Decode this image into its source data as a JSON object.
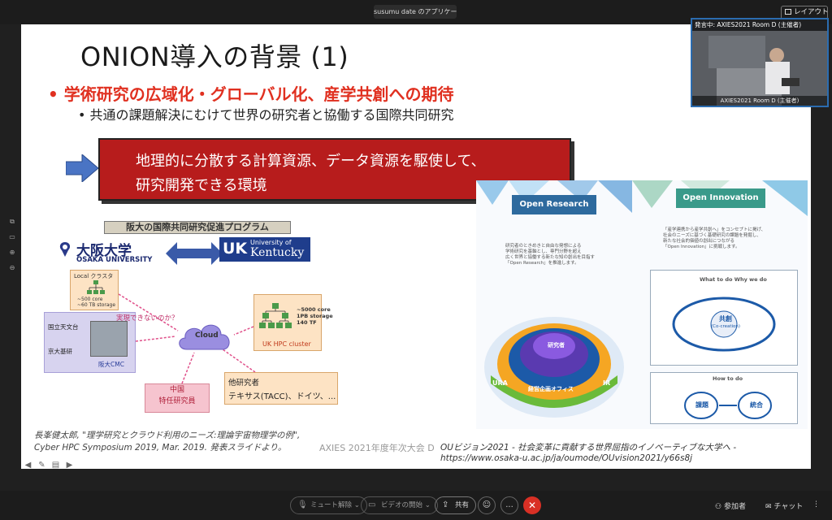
{
  "window": {
    "title": "susumu date のアプリケーシ...",
    "layout_label": "レイアウト"
  },
  "slide": {
    "title": "ONION導入の背景 (1)",
    "bullet1": "学術研究の広域化・グローバル化、産学共創への期待",
    "bullet2": "共通の課題解決にむけて世界の研究者と協働する国際共同研究",
    "callout_line1": "地理的に分散する計算資源、データ資源を駆使して、",
    "callout_line2": "研究開発できる環境",
    "diagram": {
      "title": "阪大の国際共同研究促進プログラム",
      "osaka_name": "大阪大学",
      "osaka_en": "OSAKA UNIVERSITY",
      "uk_small": "University of",
      "uk_big": "Kentucky",
      "uk_logo": "UK",
      "local_label": "Local クラスタ",
      "local_specs": [
        "~500 core",
        "~60 TB storage"
      ],
      "question": "実現できないのか？",
      "cloud": "Cloud",
      "nao": "国立天文台",
      "kyodai": "京大基研",
      "cmc": "阪大CMC",
      "ukhpc_specs": [
        "~5000 core",
        "1PB storage",
        "140 TF"
      ],
      "ukhpc_name": "UK HPC cluster",
      "china_line1": "中国",
      "china_line2": "特任研究員",
      "other_line1": "他研究者",
      "other_line2": "テキサス(TACC)、ドイツ、..."
    },
    "open_research": {
      "banner": "Open Research",
      "center": "研究者",
      "ring": "経営企画オフィス",
      "ura": "URA",
      "ir": "IR"
    },
    "open_innovation": {
      "banner": "Open Innovation",
      "center": "共創",
      "center_en": "(Co-creation)",
      "what": "What to do   Why we do",
      "how": "How to do",
      "kadai": "課題",
      "togo": "統合"
    },
    "ref1": "長峯健太郎, \"理学研究とクラウド利用のニーズ:理論宇宙物理学の例\",",
    "ref2": "Cyber HPC Symposium 2019, Mar. 2019.  発表スライドより。",
    "watermark": "AXIES 2021年度年次大会 D",
    "ref3": "OUビジョン2021 - 社会変革に貢献する世界屈指のイノベーティブな大学へ -",
    "ref4": "https://www.osaka-u.ac.jp/ja/oumode/OUvision2021/y66s8j"
  },
  "video": {
    "top_label": "発言中: AXIES2021 Room D (主催者)",
    "bottom_label": "AXIES2021 Room D (主催者)"
  },
  "controls": {
    "mute": "ミュート解除",
    "video": "ビデオの開始",
    "share": "共有",
    "more": "...",
    "participants": "参加者",
    "chat": "チャット"
  },
  "colors": {
    "accent_red": "#e03020",
    "callout_red": "#b71c1c",
    "end_call": "#d93025",
    "active_speaker": "#2b6cb0"
  }
}
